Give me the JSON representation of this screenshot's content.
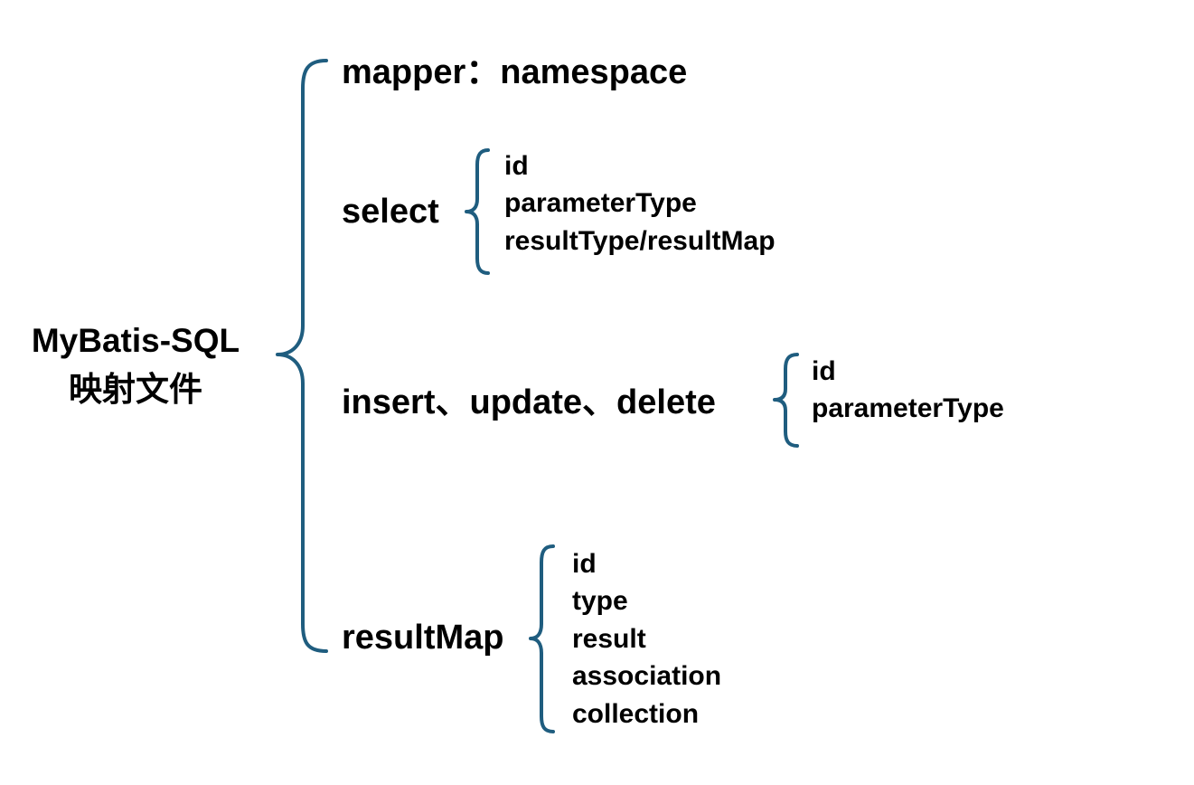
{
  "root": {
    "line1": "MyBatis-SQL",
    "line2": "映射文件"
  },
  "branches": {
    "mapper": {
      "label": "mapper：namespace"
    },
    "select": {
      "label": "select",
      "children": [
        "id",
        "parameterType",
        "resultType/resultMap"
      ]
    },
    "modify": {
      "label": "insert、update、delete",
      "children": [
        "id",
        "parameterType"
      ]
    },
    "resultMap": {
      "label": "resultMap",
      "children": [
        "id",
        "type",
        "result",
        "association",
        "collection"
      ]
    }
  },
  "colors": {
    "brace": "#1f5d7f",
    "text": "#000000"
  }
}
